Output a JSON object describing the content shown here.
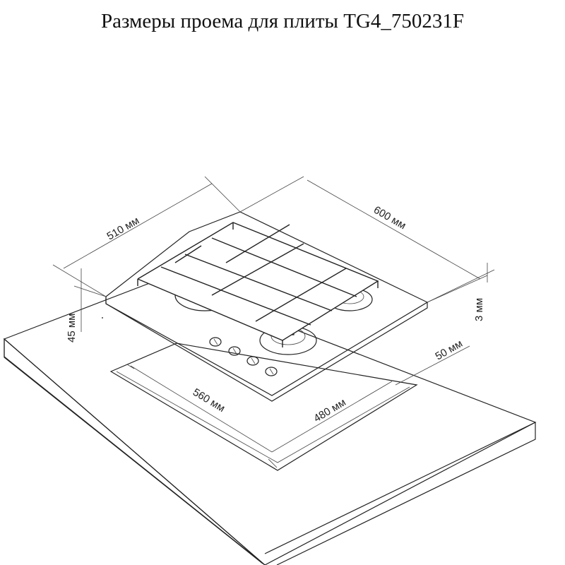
{
  "title": "Размеры проема для плиты TG4_750231F",
  "dimensions": {
    "width_510": "510 мм",
    "width_600": "600 мм",
    "depth_3": "3 мм",
    "height_45": "45 мм",
    "offset_50": "50 мм",
    "cutout_560": "560 мм",
    "cutout_480": "480 мм"
  }
}
